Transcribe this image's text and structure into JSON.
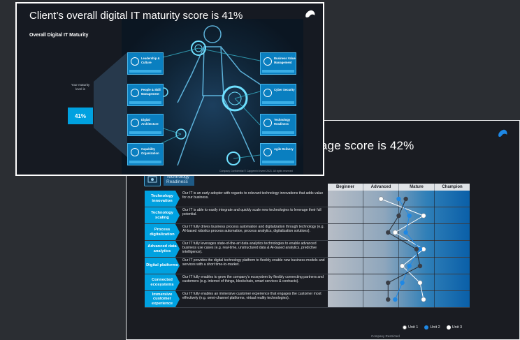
{
  "slide_back": {
    "title": "rage score is 42%",
    "section": {
      "label": "Technology Readiness"
    },
    "columns": [
      "Beginner",
      "Advanced",
      "Mature",
      "Champion"
    ],
    "rows": [
      {
        "label": "Technology innovation",
        "text": "Our IT is an early adopter with regards to relevant technology innovations that adds value for our business."
      },
      {
        "label": "Technology scaling",
        "text": "Our IT is able to easily integrate and quickly scale new technologies to leverage their full potential."
      },
      {
        "label": "Process digitalization",
        "text": "Our IT fully drives business process automation and digitalization through technology (e.g. AI-based robotics process automation, process analytics, digitalization solutions)."
      },
      {
        "label": "Advanced data analytics",
        "text": "Our IT fully leverages state-of-the-art data analytics technologies to enable advanced business use cases (e.g. real-time, unstructured data & AI-based analytics, predictive intelligence)."
      },
      {
        "label": "Digital platforms",
        "text": "Our IT provides the digital technology platform to flexibly enable new business models and services with a short time-to-market."
      },
      {
        "label": "Connected ecosystems",
        "text": "Our IT fully enables to grow the company's ecosystem by flexibly connecting partners and customers (e.g. internet of things, blockchain, smart services & contracts)."
      },
      {
        "label": "Immersive customer experience",
        "text": "Our IT fully enables an immersive customer experience that engages the customer most effectively (e.g. omni-channel platforms, virtual reality technologies)."
      }
    ],
    "legend": [
      "Unit 1",
      "Unit 2",
      "Unit 3"
    ],
    "footer": "Company Restricted",
    "colors": {
      "unit1": "#ffffff",
      "unit2": "#1e88e5",
      "unit3": "#3a3e46",
      "accent": "#00a1e0"
    },
    "scores": {
      "unit1": [
        1.5,
        2.7,
        1.9,
        2.7,
        2.1,
        2.6,
        2.7
      ],
      "unit2": [
        2.0,
        2.3,
        2.2,
        2.6,
        2.3,
        2.1,
        1.9
      ],
      "unit3": [
        2.2,
        2.0,
        1.7,
        2.5,
        2.6,
        1.7,
        1.7
      ]
    }
  },
  "slide_front": {
    "title": "Client’s overall digital IT maturity score is 41%",
    "subtitle": "Overall Digital IT Maturity",
    "maturity_label": "Your maturity level is",
    "maturity_score": "41%",
    "dimensions_left": [
      "Leadership & Culture",
      "People & Skill Management",
      "Digital Architecture",
      "Capability Organization"
    ],
    "dimensions_right": [
      "Business Value Management",
      "Cyber Security",
      "Technology Readiness",
      "Agile Delivery"
    ],
    "footer": "Company Confidential © Capgemini Invent 2021. All rights reserved"
  }
}
